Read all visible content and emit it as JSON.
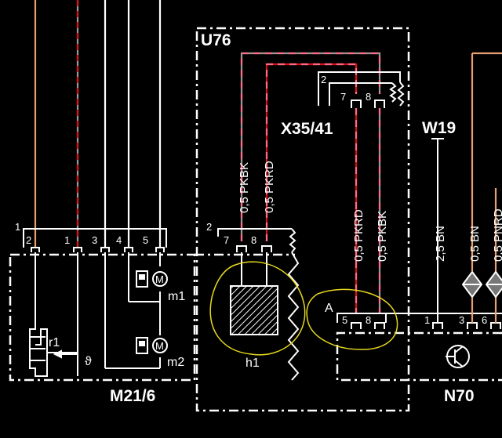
{
  "components": {
    "u76": "U76",
    "x35": "X35/41",
    "w19": "W19",
    "m21": "M21/6",
    "n70": "N70",
    "h1": "h1",
    "r1": "r1",
    "m1": "m1",
    "m2": "m2",
    "theta": "ϑ",
    "a": "A"
  },
  "connectors": {
    "c1": "1",
    "c2_left": "2",
    "c2_x35": "2"
  },
  "pins": {
    "m21": [
      "2",
      "1",
      "3",
      "4",
      "5"
    ],
    "u76": [
      "7",
      "8"
    ],
    "x35": [
      "7",
      "8"
    ],
    "a": [
      "5",
      "8"
    ],
    "n70": [
      "1",
      "3",
      "6"
    ]
  },
  "wires": {
    "pkbk_left": "0,5 PKBK",
    "pkrd_left": "0,5 PKRD",
    "pkrd_right": "0,5 PKRD",
    "pkbk_right": "0,5 PKBK",
    "bn_25": "2,5 BN",
    "bn_05": "0,5 BN",
    "pnrd": "0,5 PNRD"
  },
  "colors": {
    "pink": "#ff6b8a",
    "red": "#e01010",
    "grey": "#9a9a9a",
    "brown": "#e8a070",
    "white": "#ffffff",
    "annotation": "#e6d81e"
  }
}
